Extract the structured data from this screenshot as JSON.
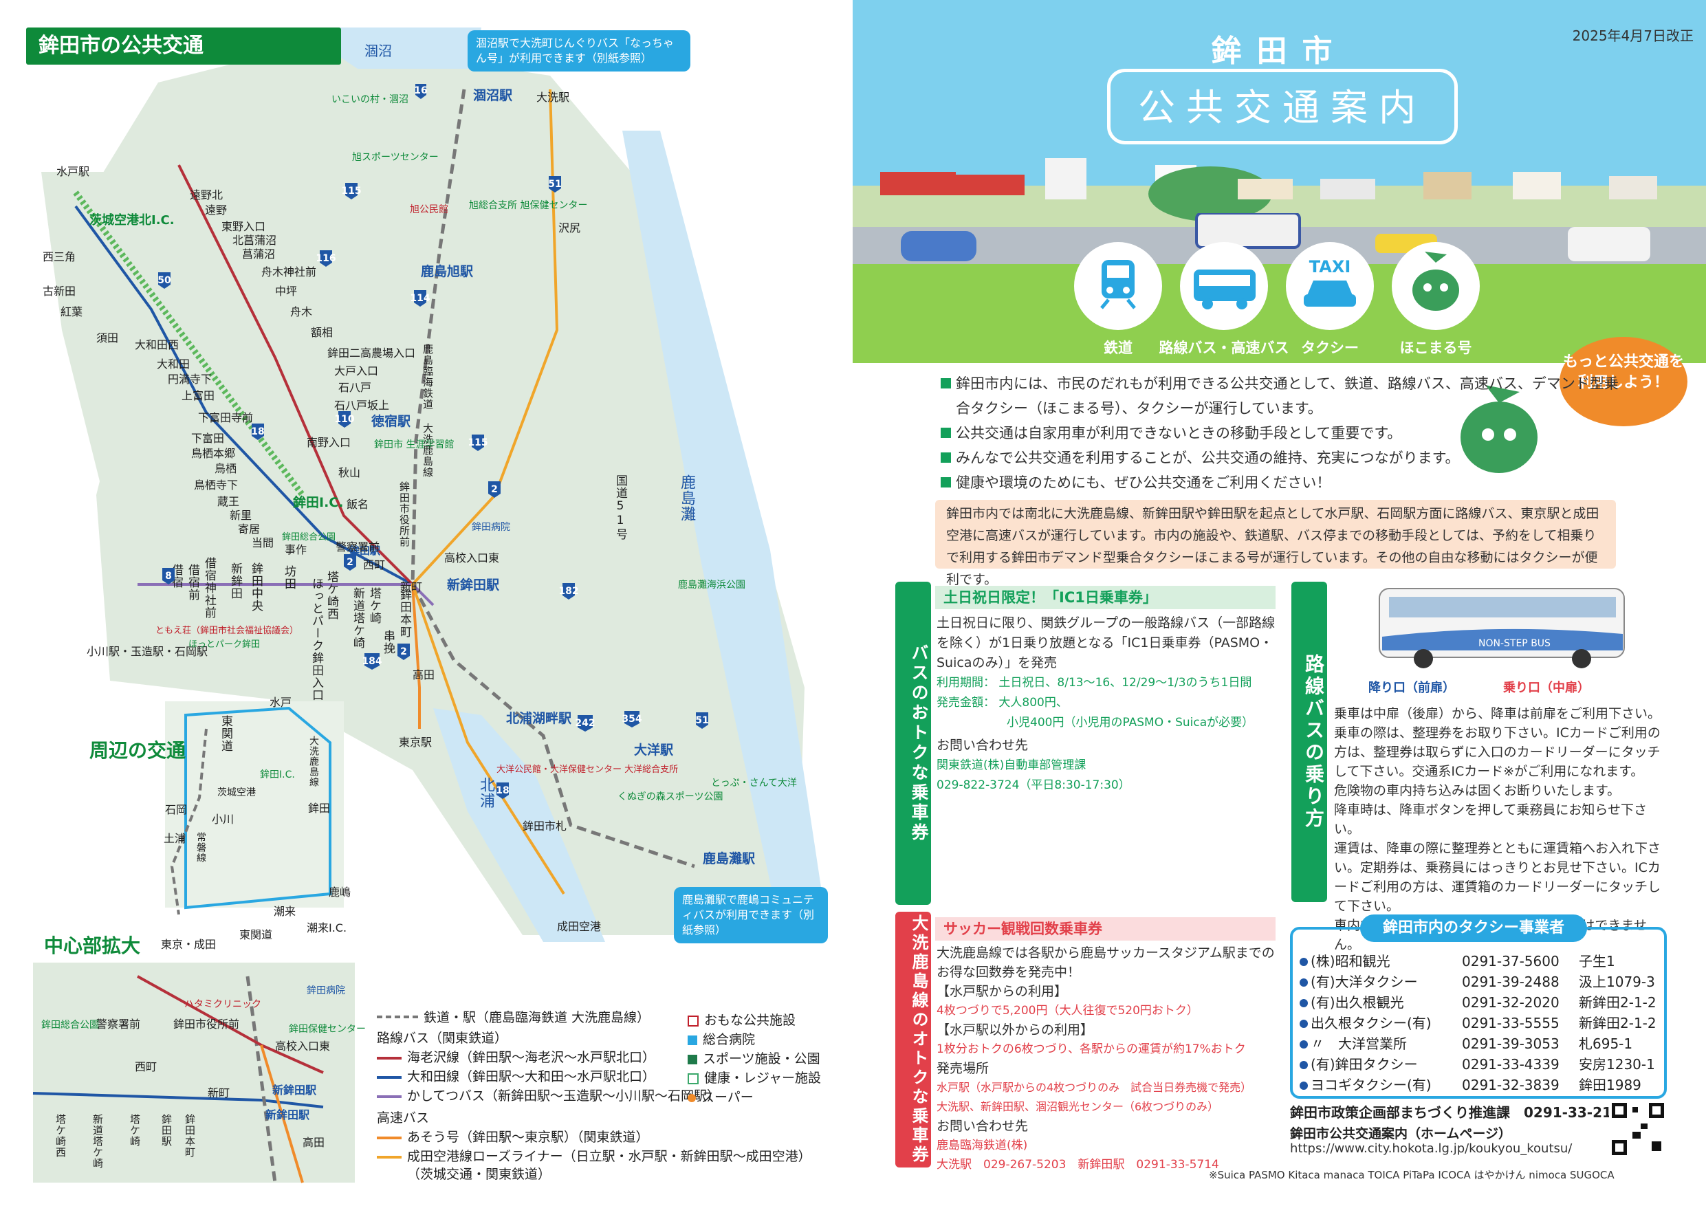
{
  "map": {
    "title": "鉾田市の公共交通",
    "callout_top": "涸沼駅で大洗町じんぐりバス「なっちゃん号」が利用できます（別紙参照）",
    "callout_bottom": "鹿島灘駅で鹿嶋コミュニティバスが利用できます（別紙参照）",
    "water_labels": [
      "涸沼",
      "鹿島灘",
      "北浦"
    ],
    "route_labels": [
      "鹿島臨海鉄道 大洗鹿島線",
      "国道51号",
      "茨城空港北I.C."
    ],
    "stations": [
      "涸沼駅",
      "鹿島旭駅",
      "徳宿駅",
      "鉾田駅",
      "新鉾田駅",
      "北浦湖畔駅",
      "大洋駅",
      "鹿島灘駅"
    ],
    "places": [
      "水戸駅",
      "大洗駅",
      "沢尻",
      "東京駅",
      "成田空港",
      "小川駅・玉造駅・石岡駅",
      "鉾田市札",
      "高田",
      "鉾田I.C.",
      "西三角",
      "古新田",
      "紅葉",
      "須田",
      "大和田西",
      "大和田",
      "円満寺下",
      "上富田",
      "下富田寺前",
      "下富田",
      "鳥栖本郷",
      "鳥栖",
      "鳥栖寺下",
      "蔵王",
      "新里",
      "寄居",
      "当間",
      "事作",
      "遠野北",
      "遠野",
      "東野入口",
      "北菖蒲沼",
      "菖蒲沼",
      "舟木神社前",
      "中坪",
      "舟木",
      "額相",
      "鉾田二高農場入口",
      "大戸入口",
      "石八戸",
      "石八戸坂上",
      "南野入口",
      "秋山",
      "飯名",
      "鉾田市役所前",
      "高校入口東",
      "新町",
      "西町",
      "警察署前",
      "いこいの村・涸沼",
      "旭スポーツセンター",
      "旭公民館",
      "旭総合支所 旭保健センター",
      "鉾田市 生涯学習館",
      "鉾田病院",
      "鹿島灘海浜公園",
      "大洋公民館・大洋保健センター 大洋総合支所",
      "くぬぎの森スポーツ公園",
      "とっぷ・さんて大洋",
      "鉾田総合公園",
      "ほっとパーク鉾田",
      "ともえ荘（鉾田市社会福祉協議会）"
    ],
    "vertical_stops": [
      "借宿",
      "借宿前",
      "借宿神社前",
      "新鉾田",
      "鉾田中央",
      "ほっとパーク鉾田入口",
      "坊田",
      "塔ケ崎西",
      "新道塔ケ崎",
      "塔ケ崎",
      "鉾田本町",
      "串挽"
    ],
    "route_numbers": [
      "16",
      "115",
      "116",
      "114",
      "110",
      "115",
      "18",
      "50",
      "51",
      "2",
      "182",
      "242",
      "354",
      "51",
      "8",
      "184",
      "2",
      "18",
      "2"
    ],
    "surrounding": {
      "title": "周辺の交通",
      "places": [
        "水戸",
        "東関道",
        "大洗鹿島線",
        "茨城空港",
        "鉾田I.C.",
        "石岡",
        "小川",
        "鉾田",
        "土浦",
        "常磐線",
        "鹿嶋",
        "潮来",
        "潮来I.C.",
        "東関道",
        "東京・成田"
      ]
    },
    "center": {
      "title": "中心部拡大",
      "places": [
        "ハタミクリニック",
        "鉾田病院",
        "警察署前",
        "鉾田市役所前",
        "鉾田保健センター",
        "高校入口東",
        "鉾田総合公園",
        "西町",
        "新町",
        "新鉾田駅",
        "新鉾田駅",
        "高田",
        "鉾田駅",
        "塔ケ崎西",
        "新道塔ケ崎",
        "塔ケ崎",
        "鉾田本町"
      ]
    },
    "legend": {
      "rail": "鉄道・駅（鹿島臨海鉄道 大洗鹿島線）",
      "route_bus": "路線バス（関東鉄道）",
      "ebi": "海老沢線（鉾田駅〜海老沢〜水戸駅北口）",
      "owada": "大和田線（鉾田駅〜大和田〜水戸駅北口）",
      "kashitetsu": "かしてつバス（新鉾田駅〜玉造駅〜小川駅〜石岡駅）",
      "highway": "高速バス",
      "aso": "あそう号（鉾田駅〜東京駅）（関東鉄道）",
      "loser": "成田空港線ローズライナー（日立駅・水戸駅・新鉾田駅〜成田空港）",
      "loser2": "（茨城交通・関東鉄道）",
      "public": "おもな公共施設",
      "hospital": "総合病院",
      "sports": "スポーツ施設・公園",
      "health": "健康・レジャー施設",
      "super": "スーパー"
    },
    "colors": {
      "green": "#0e8a3a",
      "ebi": "#b5303a",
      "owada": "#1f56a5",
      "kashitetsu": "#8a6fb6",
      "aso": "#f08b2a",
      "loser": "#f0a52a",
      "rail": "#777777"
    }
  },
  "hero": {
    "date": "2025年4月7日改正",
    "city": "鉾田市",
    "title": "公共交通案内",
    "modes": [
      "鉄道",
      "路線バス・高速バス",
      "タクシー",
      "ほこまる号"
    ],
    "taxi_sign": "TAXI",
    "speech": "もっと公共交通を利用しよう！"
  },
  "intro": [
    "鉾田市内には、市民のだれもが利用できる公共交通として、鉄道、路線バス、高速バス、デマンド型乗合タクシー（ほこまる号）、タクシーが運行しています。",
    "公共交通は自家用車が利用できないときの移動手段として重要です。",
    "みんなで公共交通を利用することが、公共交通の維持、充実につながります。",
    "健康や環境のためにも、ぜひ公共交通をご利用ください！"
  ],
  "orange_note": "鉾田市内では南北に大洗鹿島線、新鉾田駅や鉾田駅を起点として水戸駅、石岡駅方面に路線バス、東京駅と成田空港に高速バスが運行しています。市内の施設や、鉄道駅、バス停までの移動手段としては、予約をして相乗りで利用する鉾田市デマンド型乗合タクシーほこまる号が運行しています。その他の自由な移動にはタクシーが便利です。",
  "bus_deal": {
    "tab": "バスのおトクな乗車券",
    "head": "土日祝日限定！「IC1日乗車券」",
    "p1": "土日祝日に限り、関鉄グループの一般路線バス（一部路線を除く）が1日乗り放題となる「IC1日乗車券（PASMO・Suicaのみ）」を発売",
    "period": "利用期間： 土日祝日、8/13〜16、12/29〜1/3のうち1日間",
    "price1": "発売金額： 大人800円、",
    "price2": "小児400円（小児用のPASMO・Suicaが必要）",
    "contact_h": "お問い合わせ先",
    "contact1": "関東鉄道(株)自動車部管理課",
    "contact2": "029-822-3724（平日8:30-17:30）"
  },
  "soccer": {
    "tab": "大洗鹿島線のオトクな乗車券",
    "head": "サッカー観戦回数乗車券",
    "p1": "大洗鹿島線では各駅から鹿島サッカースタジアム駅までのお得な回数券を発売中！",
    "mito_h": "【水戸駅からの利用】",
    "mito": "4枚つづりで5,200円（大人往復で520円おトク）",
    "other_h": "【水戸駅以外からの利用】",
    "other": "1枚分おトクの6枚つづり、各駅からの運賃が約17%おトク",
    "sales_h": "発売場所",
    "sales1": "水戸駅（水戸駅からの4枚つづりのみ　試合当日券売機で発売）",
    "sales2": "大洗駅、新鉾田駅、涸沼観光センター（6枚つづりのみ）",
    "contact_h": "お問い合わせ先",
    "contact1": "鹿島臨海鉄道(株)",
    "contact2": "大洗駅　029-267-5203　新鉾田駅　0291-33-5714"
  },
  "how_to": {
    "tab": "路線バスの乗り方",
    "bus_text": "NON-STEP BUS",
    "exit": "降り口（前扉）",
    "entry": "乗り口（中扉）",
    "items": [
      "乗車は中扉（後扉）から、降車は前扉をご利用下さい。乗車の際は、整理券をお取り下さい。ICカードご利用の方は、整理券は取らずに入口のカードリーダーにタッチして下さい。交通系ICカード※がご利用になれます。",
      "危険物の車内持ち込みは固くお断りいたします。",
      "降車時は、降車ボタンを押して乗務員にお知らせ下さい。",
      "運賃は、降車の際に整理券とともに運賃箱へお入れ下さい。定期券は、乗務員にはっきりとお見せ下さい。ICカードご利用の方は、運賃箱のカードリーダーにタッチして下さい。",
      "車内では千円札以外の紙幣両替・チャージはできません。"
    ]
  },
  "taxi": {
    "title": "鉾田市内のタクシー事業者",
    "rows": [
      {
        "name": "(株)昭和観光",
        "tel": "0291-37-5600",
        "addr": "子生1"
      },
      {
        "name": "(有)大洋タクシー",
        "tel": "0291-39-2488",
        "addr": "汲上1079-3"
      },
      {
        "name": "(有)出久根観光",
        "tel": "0291-32-2020",
        "addr": "新鉾田2-1-2"
      },
      {
        "name": "出久根タクシー(有)",
        "tel": "0291-33-5555",
        "addr": "新鉾田2-1-2"
      },
      {
        "name": "〃　大洋営業所",
        "tel": "0291-39-3053",
        "addr": "札695-1"
      },
      {
        "name": "(有)鉾田タクシー",
        "tel": "0291-33-4339",
        "addr": "安房1230-1"
      },
      {
        "name": "ヨコギタクシー(有)",
        "tel": "0291-32-3839",
        "addr": "鉾田1989"
      }
    ]
  },
  "footer": {
    "dept": "鉾田市政策企画部まちづくり推進課　0291-33-2111",
    "hp_label": "鉾田市公共交通案内（ホームページ）",
    "url": "https://www.city.hokota.lg.jp/koukyou_koutsu/",
    "ic_note": "※Suica PASMO Kitaca manaca TOICA PiTaPa ICOCA はやかけん nimoca SUGOCA"
  }
}
